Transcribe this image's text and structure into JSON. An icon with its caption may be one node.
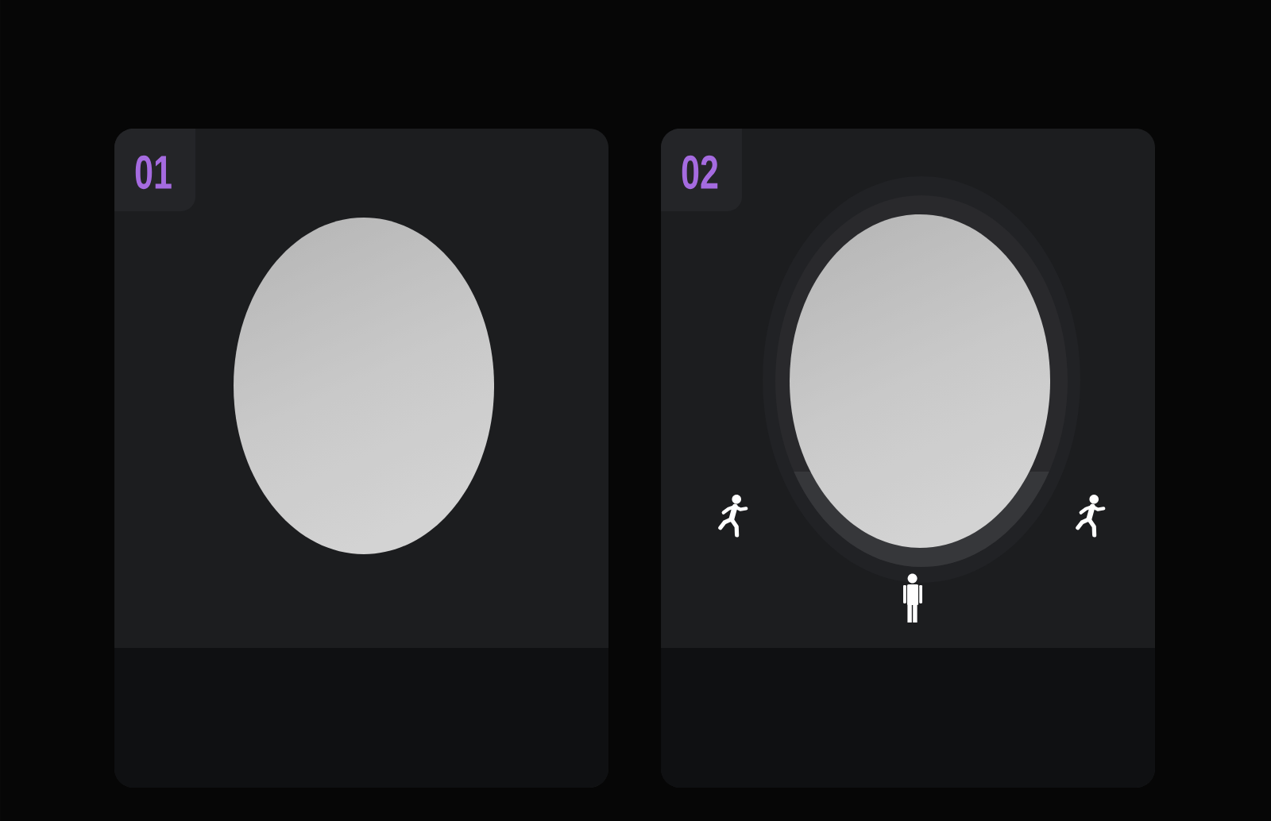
{
  "diagram": {
    "nodes": [
      {
        "text": [],
        "shape": "box"
      },
      {
        "text": [
          "01"
        ],
        "in": 0
      },
      {
        "text": [],
        "shape": "box"
      },
      {
        "text": [
          "02"
        ],
        "in": 2
      }
    ]
  }
}
